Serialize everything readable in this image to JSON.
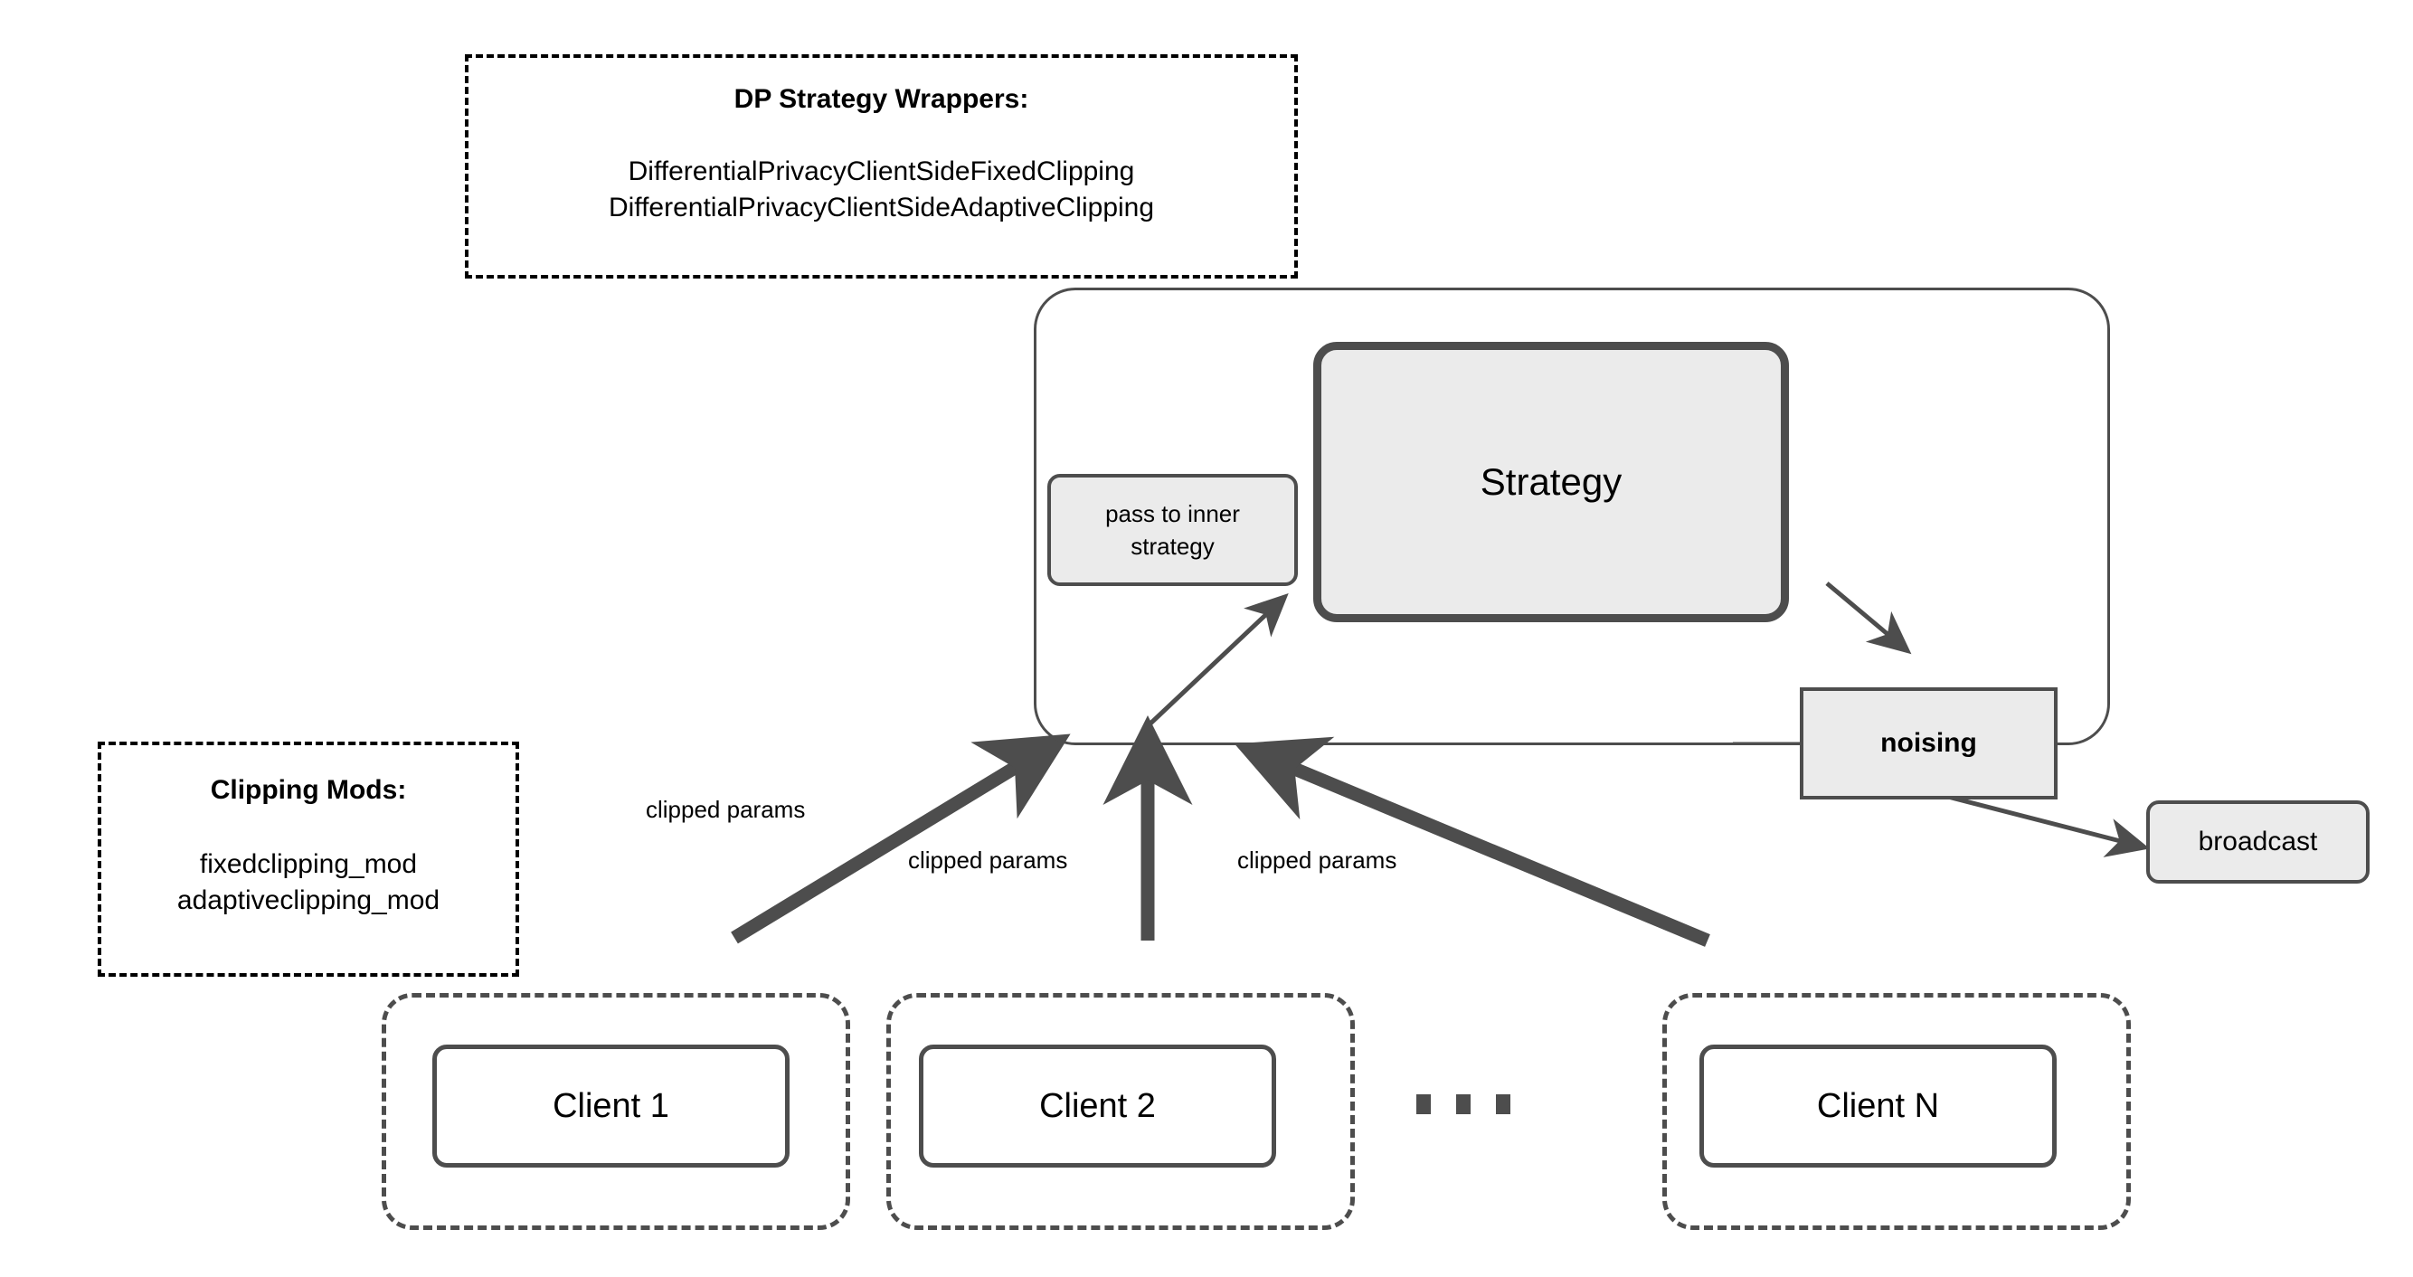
{
  "diagram": {
    "title": "Flower DP strategy wrapper architecture",
    "colors": {
      "stroke_dark": "#4d4d4d",
      "fill_grey": "#ebebeb",
      "fill_white": "#ffffff",
      "text": "#000000"
    }
  },
  "legends": [
    {
      "id": "dp-strategy-wrappers",
      "title": "DP Strategy Wrappers:",
      "items": [
        "DifferentialPrivacyClientSideFixedClipping",
        "DifferentialPrivacyClientSideAdaptiveClipping"
      ],
      "items_text": "DifferentialPrivacyClientSideFixedClipping\nDifferentialPrivacyClientSideAdaptiveClipping"
    },
    {
      "id": "clipping-mods",
      "title": "Clipping Mods:",
      "items": [
        "fixedclipping_mod",
        "adaptiveclipping_mod"
      ],
      "items_text": "fixedclipping_mod\nadaptiveclipping_mod"
    }
  ],
  "server": {
    "strategy_label": "Strategy",
    "pass_to_inner_label": "pass to inner strategy",
    "noising_label": "noising",
    "broadcast_label": "broadcast"
  },
  "clients": [
    {
      "label": "Client 1"
    },
    {
      "label": "Client 2"
    },
    {
      "label": "Client N"
    }
  ],
  "ellipsis": "...",
  "edges": [
    {
      "id": "client1-to-server",
      "label": "clipped params"
    },
    {
      "id": "client2-to-server",
      "label": "clipped params"
    },
    {
      "id": "clientn-to-server",
      "label": "clipped params"
    }
  ]
}
